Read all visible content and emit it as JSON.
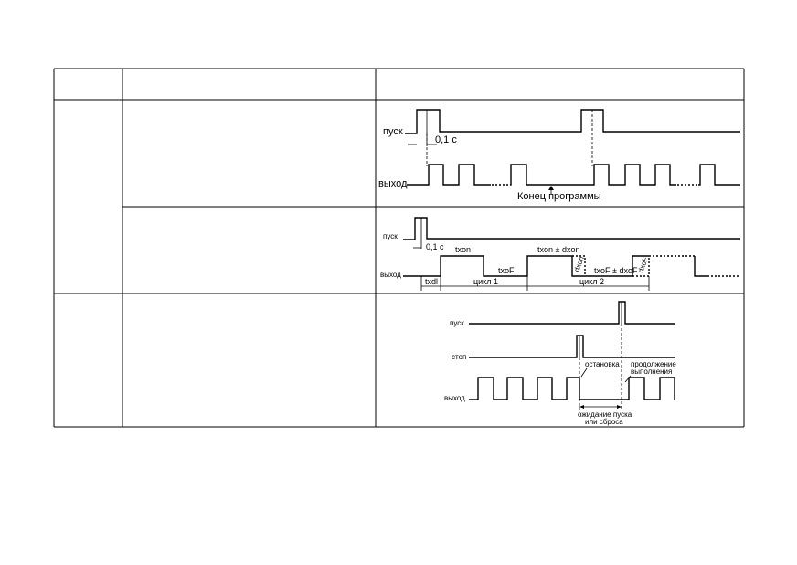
{
  "diagram1": {
    "label_start": "пуск",
    "label_output": "выход",
    "delay": "0,1 с",
    "end_program": "Конец программы",
    "dots": "....."
  },
  "diagram2": {
    "label_start": "пуск",
    "label_output": "выход",
    "delay": "0,1 с",
    "txon": "txon",
    "txoF": "txoF",
    "txon_pm": "txon ± dxon",
    "dxon": "dxon",
    "txoF_pm": "txoF ± dxoF",
    "dxoF": "dxoF",
    "txdl": "txdl",
    "cycle1": "цикл 1",
    "cycle2": "цикл 2"
  },
  "diagram3": {
    "label_start": "пуск",
    "label_stop": "стоп",
    "label_output": "выход",
    "stop_note": "остановка",
    "continue_note_1": "продолжение",
    "continue_note_2": "выполнения",
    "wait_note_1": "ожидание пуска",
    "wait_note_2": "или сброса"
  }
}
